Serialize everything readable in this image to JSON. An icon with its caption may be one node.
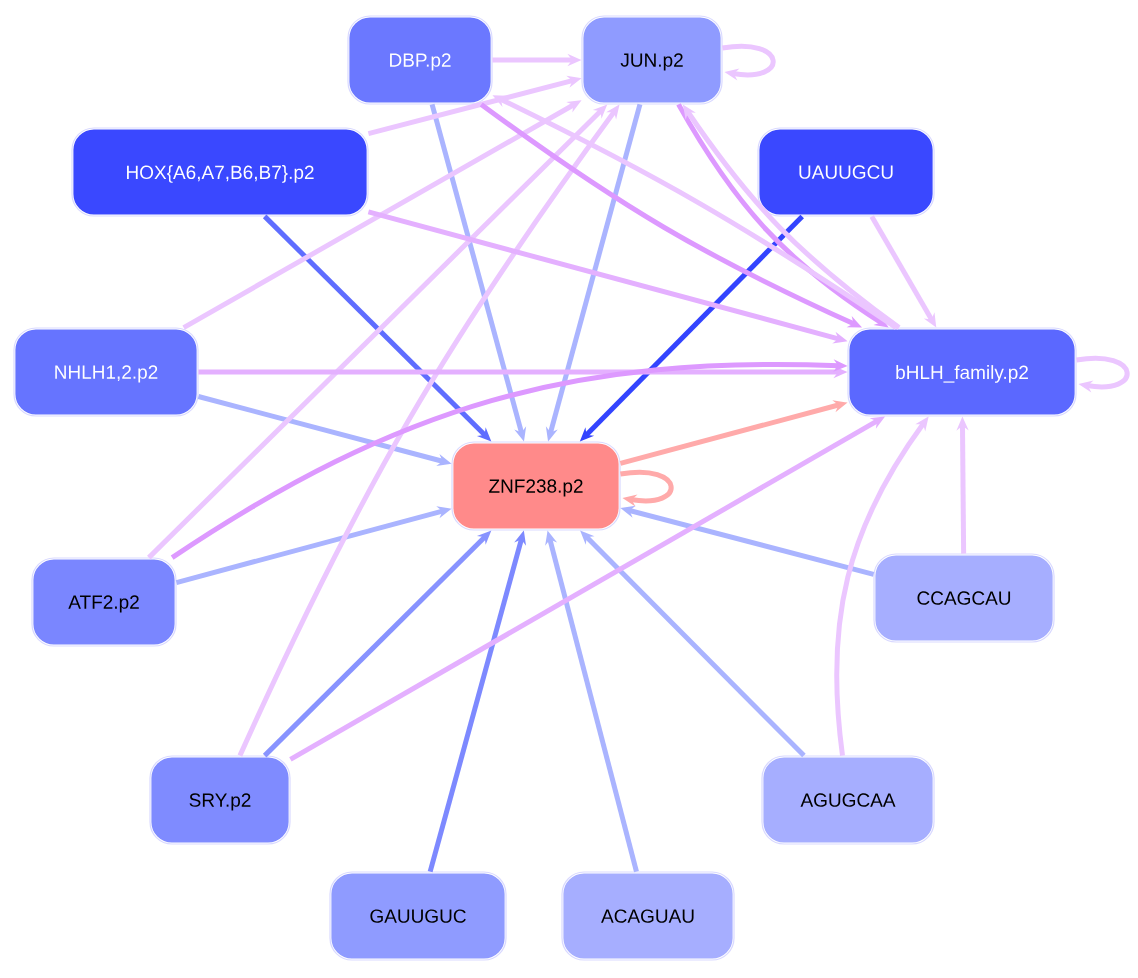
{
  "diagram": {
    "nodes": [
      {
        "text": [
          "DBP.p2"
        ]
      },
      {
        "text": [
          "JUN.p2"
        ]
      },
      {
        "text": [
          "HOX{A6,A7,B6,B7}.p2"
        ]
      },
      {
        "text": [
          "UAUUGCU"
        ]
      },
      {
        "text": [
          "NHLH1,2.p2"
        ]
      },
      {
        "text": [
          "bHLH_family.p2"
        ]
      },
      {
        "text": [
          "ZNF238.p2"
        ]
      },
      {
        "text": [
          "ATF2.p2"
        ]
      },
      {
        "text": [
          "CCAGCAU"
        ]
      },
      {
        "text": [
          "SRY.p2"
        ]
      },
      {
        "text": [
          "AGUGCAA"
        ]
      },
      {
        "text": [
          "GAUUGUC"
        ]
      },
      {
        "text": [
          "ACAGUAU"
        ]
      }
    ],
    "edges": [
      {
        "from": 0,
        "to": 6,
        "arrow": "to",
        "color": "#aab4ff"
      },
      {
        "from": 1,
        "to": 6,
        "arrow": "to",
        "color": "#aab4ff"
      },
      {
        "from": 2,
        "to": 6,
        "arrow": "to",
        "color": "#5f6dff"
      },
      {
        "from": 3,
        "to": 6,
        "arrow": "to",
        "color": "#3344ff"
      },
      {
        "from": 4,
        "to": 6,
        "arrow": "to",
        "color": "#aab4ff"
      },
      {
        "from": 7,
        "to": 6,
        "arrow": "to",
        "color": "#aab4ff"
      },
      {
        "from": 9,
        "to": 6,
        "arrow": "to",
        "color": "#8893ff"
      },
      {
        "from": 11,
        "to": 6,
        "arrow": "to",
        "color": "#7d89ff"
      },
      {
        "from": 12,
        "to": 6,
        "arrow": "to",
        "color": "#aab4ff"
      },
      {
        "from": 10,
        "to": 6,
        "arrow": "to",
        "color": "#aab4ff"
      },
      {
        "from": 8,
        "to": 6,
        "arrow": "to",
        "color": "#aab4ff"
      },
      {
        "from": 6,
        "to": 6,
        "arrow": "to",
        "color": "#ffaaaa"
      },
      {
        "from": 6,
        "to": 5,
        "arrow": "to",
        "color": "#ffaaaa"
      },
      {
        "from": 0,
        "to": 1,
        "arrow": "to"
      },
      {
        "from": 2,
        "to": 1,
        "arrow": "to"
      },
      {
        "from": 4,
        "to": 1,
        "arrow": "to"
      },
      {
        "from": 7,
        "to": 1,
        "arrow": "to"
      },
      {
        "from": 9,
        "to": 1,
        "arrow": "to"
      },
      {
        "from": 1,
        "to": 1,
        "arrow": "to"
      },
      {
        "from": 0,
        "to": 5,
        "arrow": "to",
        "color": "#dd99ff"
      },
      {
        "from": 1,
        "to": 5,
        "arrow": "to",
        "color": "#dd99ff"
      },
      {
        "from": 5,
        "to": 1,
        "arrow": "to"
      },
      {
        "from": 5,
        "to": 0,
        "arrow": "to"
      },
      {
        "from": 2,
        "to": 5,
        "arrow": "to",
        "color": "#e4b0ff"
      },
      {
        "from": 3,
        "to": 5,
        "arrow": "to"
      },
      {
        "from": 4,
        "to": 5,
        "arrow": "to",
        "color": "#e4b0ff"
      },
      {
        "from": 7,
        "to": 5,
        "arrow": "to",
        "color": "#dd99ff"
      },
      {
        "from": 9,
        "to": 5,
        "arrow": "to",
        "color": "#e4b0ff"
      },
      {
        "from": 10,
        "to": 5,
        "arrow": "to"
      },
      {
        "from": 8,
        "to": 5,
        "arrow": "to"
      },
      {
        "from": 5,
        "to": 5,
        "arrow": "to"
      }
    ]
  }
}
